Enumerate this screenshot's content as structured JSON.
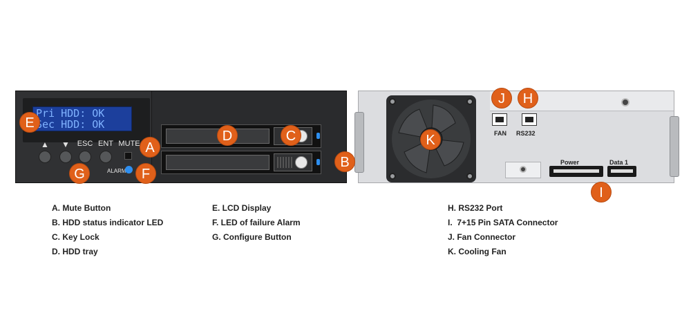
{
  "lcd": {
    "line1": "Pri HDD: OK",
    "line2": "Sec HDD: OK"
  },
  "front_buttons": {
    "up_arrow": "▲",
    "down_arrow": "▼",
    "esc": "ESC",
    "ent": "ENT",
    "mute": "MUTE",
    "alarm": "ALARM"
  },
  "rear_labels": {
    "fan": "FAN",
    "rs232": "RS232",
    "power": "Power",
    "data": "Data 1"
  },
  "callouts": {
    "A": "A",
    "B": "B",
    "C": "C",
    "D": "D",
    "E": "E",
    "F": "F",
    "G": "G",
    "H": "H",
    "I": "I",
    "J": "J",
    "K": "K"
  },
  "legend": {
    "col1": [
      "A. Mute Button",
      "B. HDD status indicator LED",
      "C. Key Lock",
      "D. HDD tray"
    ],
    "col2": [
      "E. LCD Display",
      "F. LED of failure Alarm",
      "G. Configure Button"
    ],
    "col3": [
      "H. RS232 Port",
      "I.  7+15 Pin SATA Connector",
      "J. Fan Connector",
      "K. Cooling Fan"
    ]
  },
  "colors": {
    "callout": "#e0601a",
    "lcd_bg": "#1c3f9c",
    "led_blue": "#2e8ff0",
    "panel_dark": "#2a2b2d",
    "panel_silver": "#dcdde0"
  }
}
